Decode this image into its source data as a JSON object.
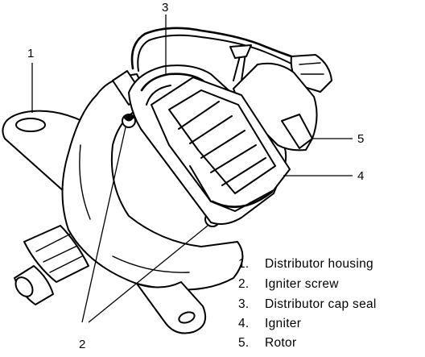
{
  "callouts": {
    "c1": "1",
    "c2": "2",
    "c3": "3",
    "c4": "4",
    "c5": "5"
  },
  "legend": [
    {
      "num": "1.",
      "label": "Distributor housing"
    },
    {
      "num": "2.",
      "label": "Igniter screw"
    },
    {
      "num": "3.",
      "label": "Distributor cap seal"
    },
    {
      "num": "4.",
      "label": "Igniter"
    },
    {
      "num": "5.",
      "label": "Rotor"
    }
  ],
  "colors": {
    "ink": "#000000",
    "paper": "#ffffff"
  }
}
